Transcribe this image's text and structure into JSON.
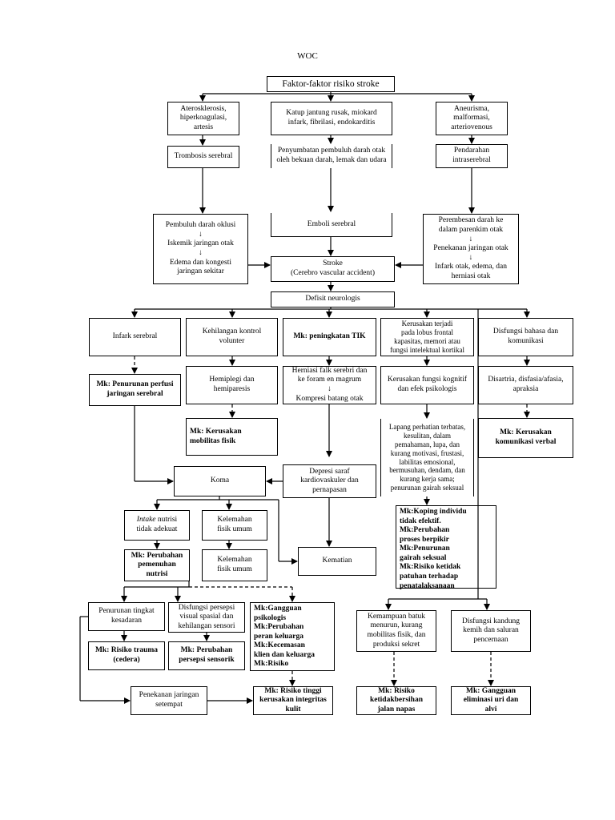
{
  "title": "WOC",
  "nodes": {
    "risk": "Faktor-faktor risiko stroke",
    "ath": "Aterosklerosis,\nhiperkoagulasi,\nartesis",
    "valve": "Katup jantung rusak, miokard\ninfark, fibrilasi, endokarditis",
    "aneu": "Aneurisma,\nmalformasi,\narteriovenous",
    "thromb": "Trombosis serebral",
    "occl": "Penyumbatan pembuluh darah otak\noleh bekuan darah, lemak dan udara",
    "hemorrhage": "Pendarahan\nintraserebral",
    "vessel": "Pembuluh darah oklusi\n↓\nIskemik jaringan otak\n↓\nEdema dan kongesti\njaringan sekitar",
    "embol": "Emboli serebral",
    "seep": "Perembesan darah ke\ndalam parenkim otak\n↓\nPenekanan jaringan otak\n↓\nInfark otak, edema, dan\nherniasi otak",
    "stroke": "Stroke\n(Cerebro vascular accident)",
    "deficit": "Defisit neurologis",
    "infarct": "Infark serebral",
    "motor": "Kehilangan kontrol\nvolunter",
    "tik": "Mk: peningkatan TIK",
    "frontal": "Kerusakan terjadi\npada lobus frontal\nkapasitas, memori atau\nfungsi intelektual kortikal",
    "lang": "Disfungsi bahasa dan\nkomunikasi",
    "perfusion": "Mk: Penurunan perfusi\njaringan serebral",
    "hemi": "Hemiplegi dan\nhemiparesis",
    "herniasi": "Herniasi falk serebri dan\nke foram en magrum\n↓\nKompresi batang otak",
    "cognitive": "Kerusakan fungsi kognitif\ndan efek psikologis",
    "dysarthria": "Disartria, disfasia/afasia,\napraksia",
    "mobility": "Mk: Kerusakan\nmobilitas fisik",
    "attention": "Lapang perhatian terbatas,\nkesulitan, dalam\npemahaman, lupa, dan\nkurang motivasi, frustasi,\nlabilitas emosional,\nbermusuhan, dendam, dan\nkurang kerja sama;\npenurunan gairah seksual",
    "verbal": "Mk: Kerusakan\nkomunikasi verbal",
    "coma": "Koma",
    "depresi": "Depresi saraf\nkardiovaskuler dan\npernapasan",
    "coping": "Mk:Koping individu\ntidak efektif.\nMk:Perubahan\nproses berpikir\nMk:Penurunan\ngairah seksual\nMk:Risiko ketidak\npatuhan terhadap\npenatalaksanaan",
    "intake_italic": "Intake",
    "intake_rest": " nutrisi\ntidak adekuat",
    "weak1": "Kelemahan\nfisik umum",
    "weak2": "Kelemahan\nfisik umum",
    "death": "Kematian",
    "nutrition": "Mk: Perubahan\npemenuhan\nnutrisi",
    "conscious": "Penurunan tingkat\nkesadaran",
    "visual": "Disfungsi persepsi\nvisual spasial dan\nkehilangan sensori",
    "psych": "Mk:Gangguan\npsikologis\nMk:Perubahan\nperan keluarga\nMk:Kecemasan\nklien dan keluarga\nMk:Risiko\npenyapan",
    "cough": "Kemampuan batuk\nmenurun, kurang\nmobilitas fisik, dan\nproduksi sekret",
    "bladder": "Disfungsi kandung\nkemih dan saluran\npencernaan",
    "trauma": "Mk: Risiko trauma\n(cedera)",
    "sensory": "Mk: Perubahan\npersepsi sensorik",
    "pressure": "Penekanan jaringan\nsetempat",
    "skin": "Mk: Risiko tinggi\nkerusakan integritas\nkulit",
    "airway": "Mk: Risiko\nketidakbersihan\njalan napas",
    "elim": "Mk: Gangguan\neliminasi uri dan\nalvi"
  }
}
